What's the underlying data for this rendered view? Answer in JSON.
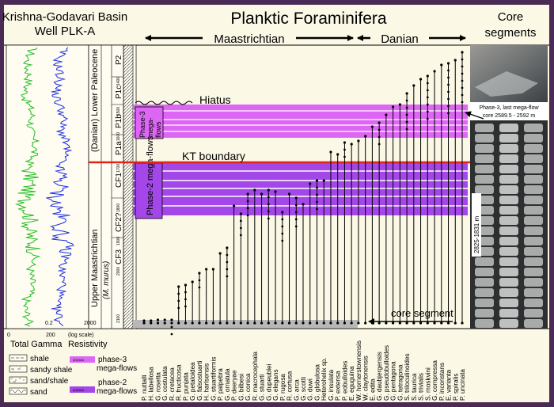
{
  "header": {
    "basin_title": "Krishna-Godavari Basin",
    "well_title": "Well PLK-A",
    "main_title": "Planktic Foraminifera",
    "maastrichtian_label": "Maastrichtian",
    "danian_label": "Danian",
    "core_title_line1": "Core",
    "core_title_line2": "segments"
  },
  "stratigraphy": {
    "upper_maastrichtian": "Upper Maastrichtian",
    "m_murus": "(M. murus)",
    "danian_lower_paleocene": "(Danian) Lower Paleocene",
    "zones": [
      "CF3",
      "CF2?",
      "CF1",
      "P1a",
      "P1b",
      "P1c",
      "P2"
    ],
    "depth_ticks": [
      "2100",
      "2000",
      "1900",
      "1800",
      "1700",
      "1600",
      "1500",
      "1400"
    ]
  },
  "annotations": {
    "hiatus": "Hiatus",
    "kt_boundary": "KT boundary",
    "phase3_box": [
      "Phase-3",
      "mega-",
      "flows"
    ],
    "phase2_box": "Phase-2 mega-flows",
    "core_segment": "core segment",
    "phase3_core_label_line1": "Phase-3, last mega-flow",
    "phase3_core_label_line2": "core 2589.5 - 2592 m",
    "core_depth_label": "2825-1831 m"
  },
  "log_axis": {
    "gamma_min": "0",
    "gamma_max": "200",
    "res_min": "0.2",
    "res_max": "2000",
    "res_scale": "(log scale)",
    "gamma_label": "Total Gamma",
    "res_label": "Resistivity"
  },
  "legend": {
    "shale": "shale",
    "sandy_shale": "sandy shale",
    "sand_shale": "sand/shale",
    "sand": "sand",
    "phase3": [
      "phase-3",
      "mega-flows"
    ],
    "phase2": [
      "phase-2",
      "mega-flows"
    ]
  },
  "species": [
    "P. nuttalli",
    "H. labellosa",
    "G. rosetta",
    "G. costulata",
    "R. cretacea",
    "R. fructicosa",
    "P. punjata",
    "G. petaloidea",
    "G. falsostuarti",
    "H. harlsensis",
    "G. stuartiformis",
    "P. palpebra",
    "G. ornatula",
    "P. deeryae",
    "G. bilbesi",
    "G. conica",
    "R. macrocephala",
    "G. stuarti",
    "G. dupeublei",
    "G. elegans",
    "P. rugosa",
    "R. cortusa",
    "G. arca",
    "G. scotti",
    "G. duwi",
    "G. globulosa",
    "Heterohelix sp.",
    "G. insulata",
    "P. extensa",
    "P. eobulloides",
    "E. eguguina",
    "W. hornerstownensis",
    "W. claytonensis",
    "E. edita",
    "G. daubjergensis",
    "G. pseudobulloides",
    "G. pentagona",
    "G. tetragona",
    "S. triloculinoides",
    "S. taurica",
    "S. trivialis",
    "S. moskvini",
    "G. compressa",
    "P. inconstans",
    "E. varianta",
    "P. spiralis",
    "P. uncinata"
  ]
}
